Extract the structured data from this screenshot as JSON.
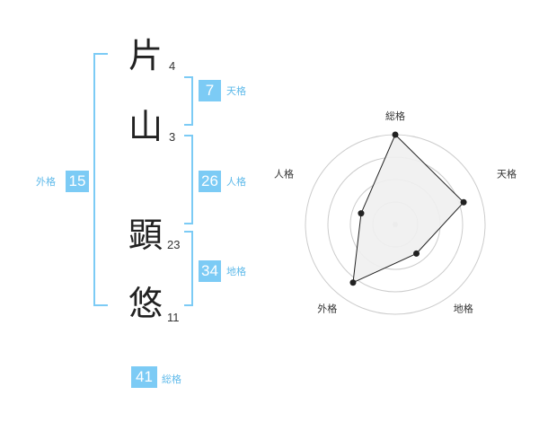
{
  "name": {
    "chars": [
      {
        "char": "片",
        "strokes": "4"
      },
      {
        "char": "山",
        "strokes": "3"
      },
      {
        "char": "顕",
        "strokes": "23"
      },
      {
        "char": "悠",
        "strokes": "11"
      }
    ]
  },
  "scores": {
    "tenkaku": {
      "value": "7",
      "label": "天格"
    },
    "jinkaku": {
      "value": "26",
      "label": "人格"
    },
    "chikaku": {
      "value": "34",
      "label": "地格"
    },
    "gaikaku": {
      "value": "15",
      "label": "外格"
    },
    "soukaku": {
      "value": "41",
      "label": "総格"
    }
  },
  "chart_data": {
    "type": "radar",
    "axes": [
      "総格",
      "天格",
      "地格",
      "外格",
      "人格"
    ],
    "values": [
      1.0,
      0.8,
      0.4,
      0.8,
      0.4
    ],
    "range": [
      0,
      1
    ],
    "rings": 4,
    "colors": {
      "fill": "#f0f0f0",
      "line": "#222222",
      "ring": "#cccccc"
    }
  }
}
